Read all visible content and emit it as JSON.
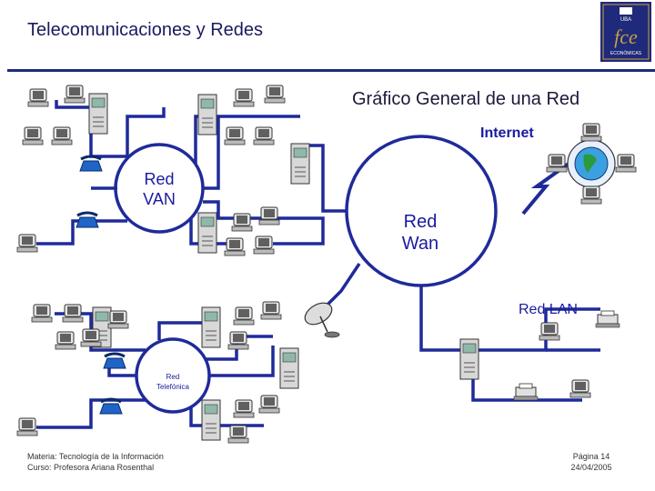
{
  "header": {
    "title": "Telecomunicaciones y Redes",
    "logo": {
      "top_text": "UBA",
      "main_text": "fce",
      "bottom_text": "ECONÓMICAS",
      "color": "#1f2a7a",
      "accent": "#c8a040"
    }
  },
  "diagram": {
    "title": "Gráfico General de una Red",
    "labels": {
      "internet": "Internet",
      "red_van": [
        "Red",
        "VAN"
      ],
      "red_wan": [
        "Red",
        "Wan"
      ],
      "red_lan": "Red LAN",
      "red_telefonica": [
        "Red",
        "Telefónica"
      ]
    },
    "colors": {
      "link": "#1f2a9a",
      "text": "#1a1aa0"
    }
  },
  "footer": {
    "left": [
      "Materia: Tecnología de la Información",
      "Curso: Profesora Ariana Rosenthal"
    ],
    "right": [
      "Página 14",
      "24/04/2005"
    ]
  }
}
